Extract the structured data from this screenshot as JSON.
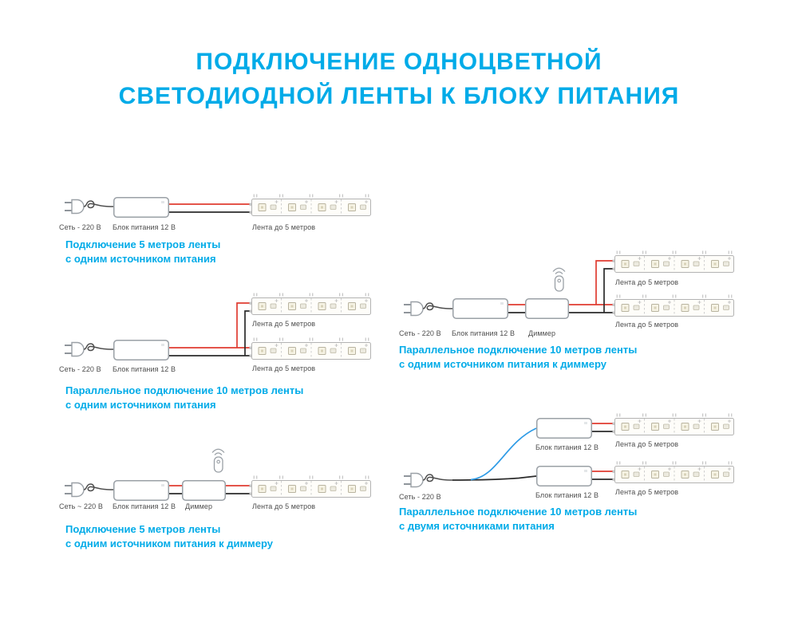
{
  "title": {
    "line1": "ПОДКЛЮЧЕНИЕ ОДНОЦВЕТНОЙ",
    "line2": "СВЕТОДИОДНОЙ ЛЕНТЫ К БЛОКУ ПИТАНИЯ"
  },
  "colors": {
    "accent": "#00abe8",
    "wire_red": "#e03c31",
    "wire_black": "#2b2b2b",
    "wire_blue": "#2e9be6",
    "outline": "#9aa0a6"
  },
  "diagrams": {
    "d1": {
      "mains": "Сеть - 220 В",
      "psu": "Блок питания 12 В",
      "strip": "Лента до 5 метров",
      "caption1": "Подключение 5 метров ленты",
      "caption2": "с одним источником питания"
    },
    "d2": {
      "mains": "Сеть - 220 В",
      "psu": "Блок питания 12 В",
      "strip1": "Лента до 5 метров",
      "strip2": "Лента до 5 метров",
      "caption1": "Параллельное подключение 10 метров ленты",
      "caption2": "с одним источником питания"
    },
    "d3": {
      "mains": "Сеть ~ 220 В",
      "psu": "Блок питания 12 В",
      "dimmer": "Диммер",
      "strip": "Лента до 5 метров",
      "caption1": "Подключение 5 метров ленты",
      "caption2": "с одним источником питания к диммеру"
    },
    "d4": {
      "mains": "Сеть - 220 В",
      "psu": "Блок питания 12 В",
      "dimmer": "Диммер",
      "strip1": "Лента до 5 метров",
      "strip2": "Лента до 5 метров",
      "caption1": "Параллельное подключение 10 метров ленты",
      "caption2": "с одним источником питания к диммеру"
    },
    "d5": {
      "mains": "Сеть - 220 В",
      "psu1": "Блок питания 12 В",
      "psu2": "Блок питания 12 В",
      "strip1": "Лента до 5 метров",
      "strip2": "Лента до 5 метров",
      "caption1": "Параллельное подключение 10 метров ленты",
      "caption2": "с двумя источниками питания"
    }
  }
}
